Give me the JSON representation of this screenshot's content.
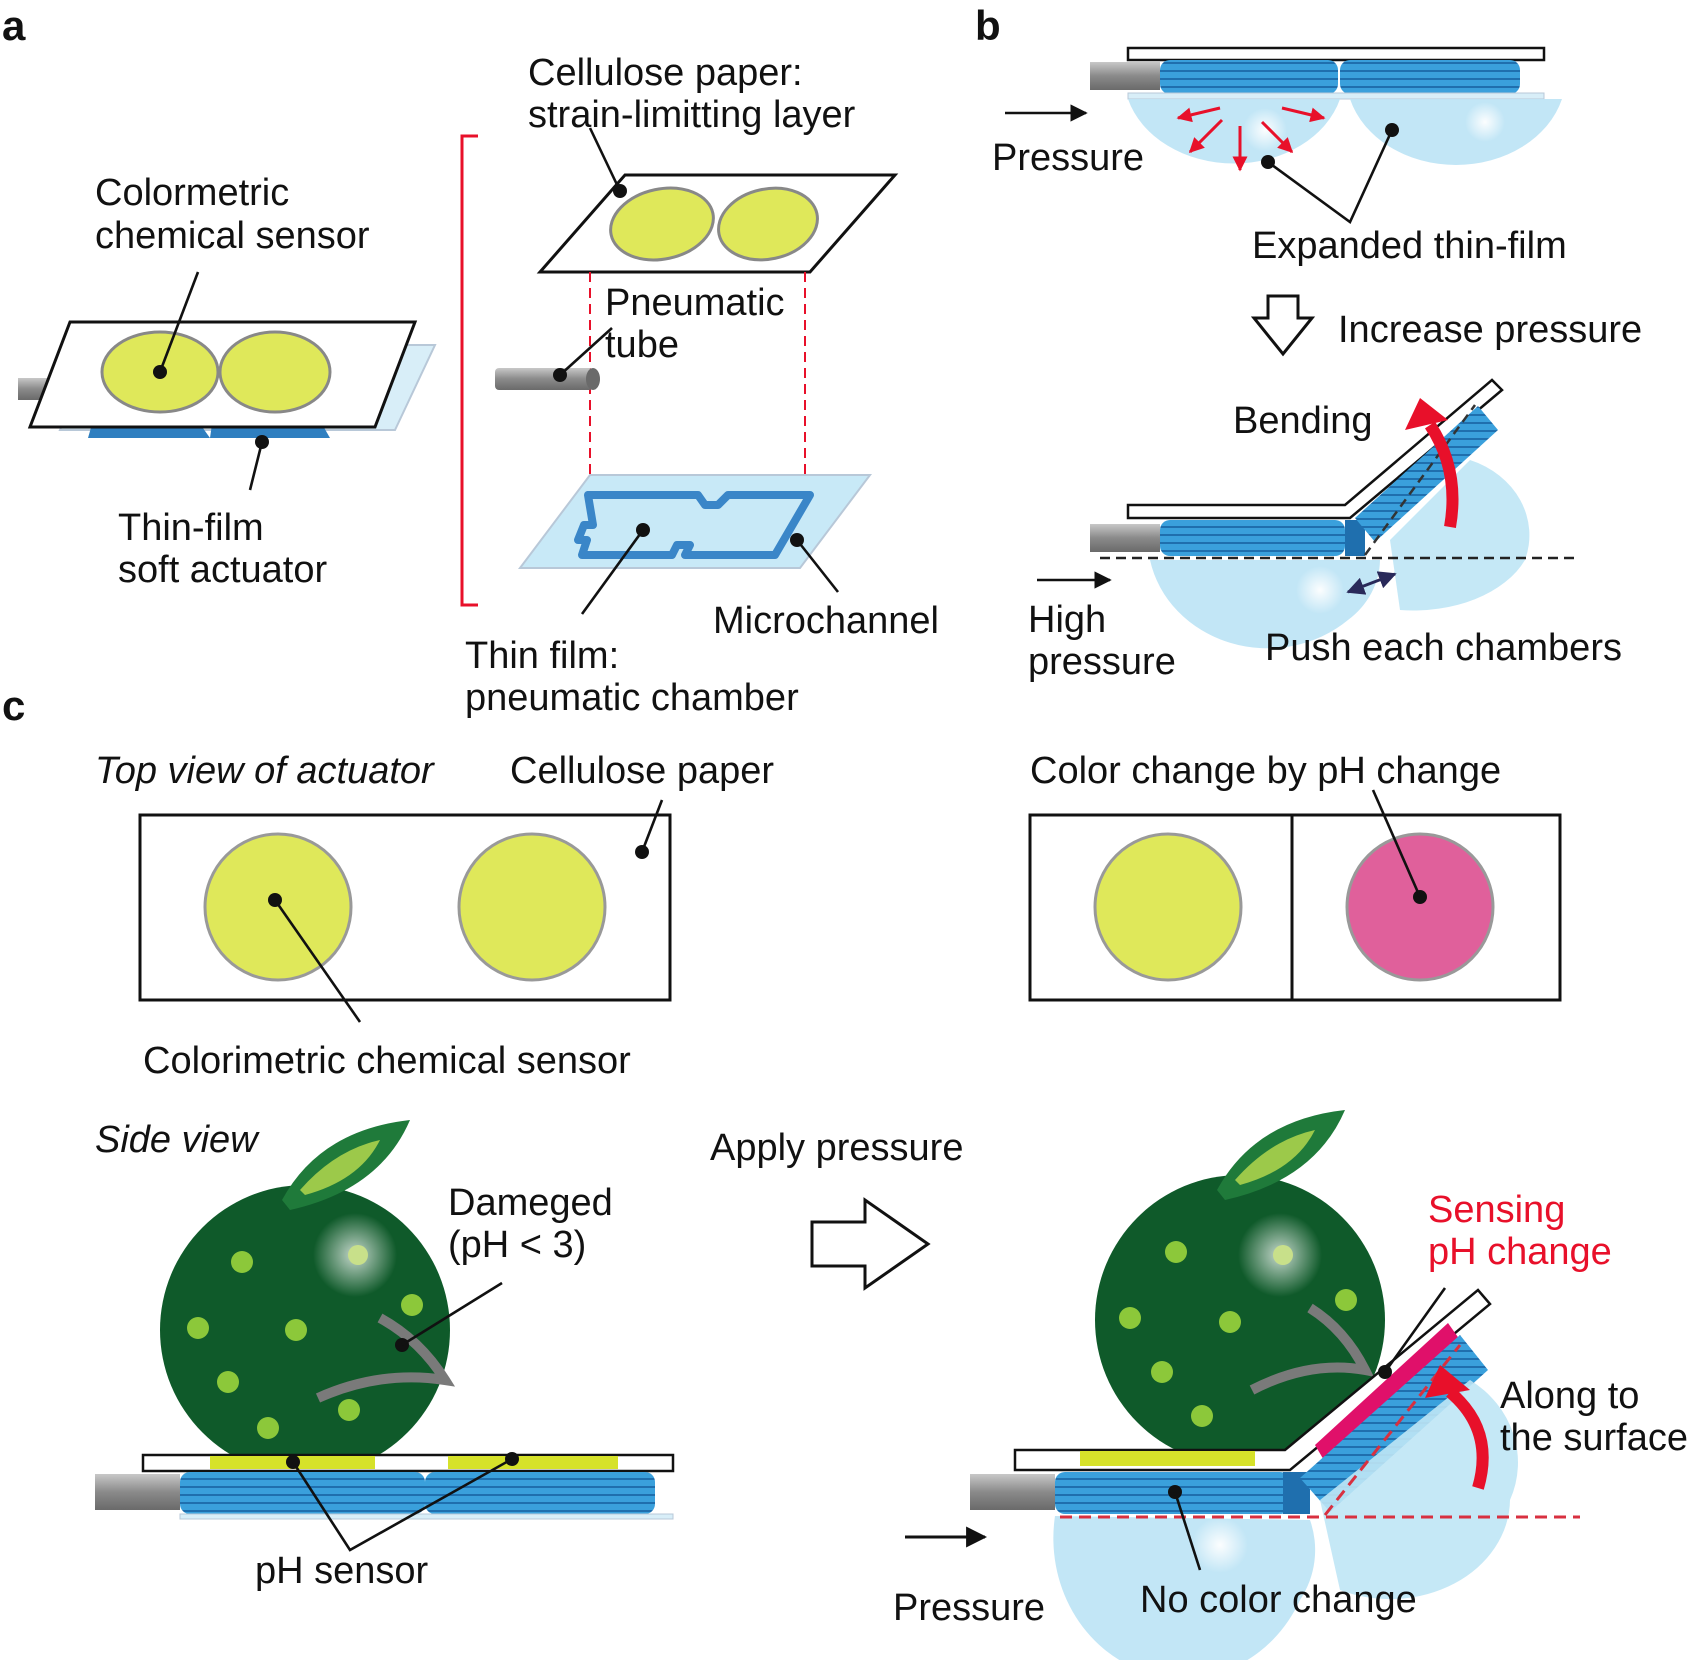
{
  "panels": {
    "a": "a",
    "b": "b",
    "c": "c"
  },
  "panel_a": {
    "sensor_label": [
      "Colormetric",
      "chemical sensor"
    ],
    "actuator_label": [
      "Thin-film",
      "soft actuator"
    ],
    "paper_label": [
      "Cellulose paper:",
      "strain-limitting layer"
    ],
    "tube_label": [
      "Pneumatic",
      "tube"
    ],
    "film_label": [
      "Thin film:",
      "pneumatic chamber"
    ],
    "channel_label": "Microchannel"
  },
  "panel_b": {
    "pressure_label": "Pressure",
    "expanded_label": "Expanded thin-film",
    "increase_label": "Increase pressure",
    "bending_label": "Bending",
    "high_pressure_label": [
      "High",
      "pressure"
    ],
    "push_label": "Push each chambers"
  },
  "panel_c": {
    "top_view_title": "Top view of actuator",
    "paper_label": "Cellulose paper",
    "sensor_label": "Colorimetric chemical sensor",
    "color_change_label": "Color change by pH change",
    "side_view_title": "Side view",
    "damaged_label": [
      "Dameged",
      "(pH < 3)"
    ],
    "apply_pressure_label": "Apply pressure",
    "ph_sensor_label": "pH sensor",
    "sensing_label": [
      "Sensing",
      "pH change"
    ],
    "along_label": [
      "Along to",
      "the surface"
    ],
    "pressure_label": "Pressure",
    "no_color_label": "No color change"
  },
  "colors": {
    "sensor_yellow": "#dfe85a",
    "sensor_pink": "#e0609b",
    "film_blue": "#3aa0dc",
    "fruit_green": "#0f5a2a",
    "bubble": "#bfe5f5",
    "accent_red": "#e8102a"
  }
}
